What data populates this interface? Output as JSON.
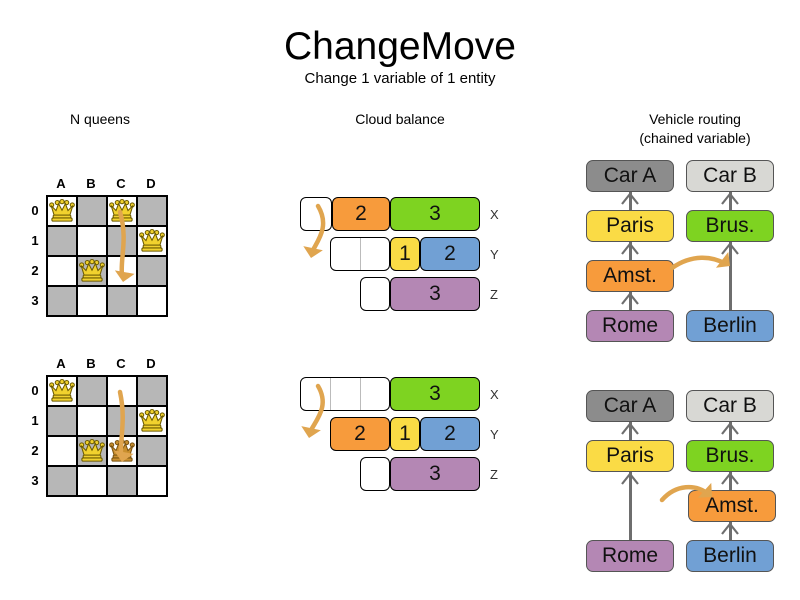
{
  "header": {
    "title": "ChangeMove",
    "subtitle": "Change 1 variable of 1 entity"
  },
  "columns": {
    "queens_heading": "N queens",
    "cloud_heading": "Cloud balance",
    "vrp_heading_line1": "Vehicle routing",
    "vrp_heading_line2": "(chained variable)"
  },
  "colors": {
    "orange": "#f79b3c",
    "green": "#7ed321",
    "yellow": "#fadb45",
    "blue": "#71a0d4",
    "purple": "#b487b4",
    "car_a": "#8c8c8c",
    "car_b": "#d8d8d4",
    "arrow": "#e0a54f",
    "board_dark": "#b7b7b7",
    "board_light": "#ffffff",
    "queen_gold": "#f2d22e",
    "queen_moved": "#c98f2e"
  },
  "nqueens": {
    "column_labels": [
      "A",
      "B",
      "C",
      "D"
    ],
    "row_labels": [
      "0",
      "1",
      "2",
      "3"
    ],
    "before": {
      "queens": [
        {
          "col": 0,
          "row": 0,
          "moved": false
        },
        {
          "col": 2,
          "row": 0,
          "moved": false
        },
        {
          "col": 3,
          "row": 1,
          "moved": false
        },
        {
          "col": 1,
          "row": 2,
          "moved": false
        }
      ],
      "move_arrow": {
        "from": "C0",
        "to": "C2"
      }
    },
    "after": {
      "queens": [
        {
          "col": 0,
          "row": 0,
          "moved": false
        },
        {
          "col": 3,
          "row": 1,
          "moved": false
        },
        {
          "col": 1,
          "row": 2,
          "moved": false
        },
        {
          "col": 2,
          "row": 2,
          "moved": true
        }
      ],
      "move_arrow": {
        "from": "C0",
        "to": "C2"
      }
    }
  },
  "cloud_balance": {
    "row_labels": [
      "X",
      "Y",
      "Z"
    ],
    "before": {
      "rows": [
        {
          "label": "X",
          "segments": [
            {
              "value": "",
              "color": "white",
              "width": 32
            },
            {
              "value": "2",
              "color": "orange",
              "width": 58
            },
            {
              "value": "3",
              "color": "green",
              "width": 90
            }
          ]
        },
        {
          "label": "Y",
          "segments": [
            {
              "value": "",
              "color": "white",
              "width": 30
            },
            {
              "value": "",
              "color": "white",
              "width": 30
            },
            {
              "value": "1",
              "color": "yellow",
              "width": 30
            },
            {
              "value": "2",
              "color": "blue",
              "width": 60
            }
          ]
        },
        {
          "label": "Z",
          "segments": [
            {
              "value": "",
              "color": "white",
              "width": 30
            },
            {
              "value": "3",
              "color": "purple",
              "width": 90
            }
          ]
        }
      ]
    },
    "after": {
      "rows": [
        {
          "label": "X",
          "segments": [
            {
              "value": "",
              "color": "white",
              "width": 30
            },
            {
              "value": "",
              "color": "white",
              "width": 30
            },
            {
              "value": "",
              "color": "white",
              "width": 30
            },
            {
              "value": "3",
              "color": "green",
              "width": 90
            }
          ]
        },
        {
          "label": "Y",
          "segments": [
            {
              "value": "2",
              "color": "orange",
              "width": 60
            },
            {
              "value": "1",
              "color": "yellow",
              "width": 30
            },
            {
              "value": "2",
              "color": "blue",
              "width": 60
            }
          ]
        },
        {
          "label": "Z",
          "segments": [
            {
              "value": "",
              "color": "white",
              "width": 30
            },
            {
              "value": "3",
              "color": "purple",
              "width": 90
            }
          ]
        }
      ]
    }
  },
  "vehicle_routing": {
    "labels": {
      "car_a": "Car A",
      "car_b": "Car B",
      "paris": "Paris",
      "brussels": "Brus.",
      "amsterdam": "Amst.",
      "rome": "Rome",
      "berlin": "Berlin"
    },
    "before": {
      "chain_a": [
        "Rome",
        "Amst.",
        "Paris",
        "Car A"
      ],
      "chain_b": [
        "Berlin",
        "Brus.",
        "Car B"
      ],
      "move": {
        "entity": "Amst.",
        "from_chain": "Car A",
        "to_chain": "Car B"
      }
    },
    "after": {
      "chain_a": [
        "Rome",
        "Paris",
        "Car A"
      ],
      "chain_b": [
        "Berlin",
        "Amst.",
        "Brus.",
        "Car B"
      ],
      "move": {
        "entity": "Amst.",
        "from_chain": "Car A",
        "to_chain": "Car B"
      }
    }
  }
}
